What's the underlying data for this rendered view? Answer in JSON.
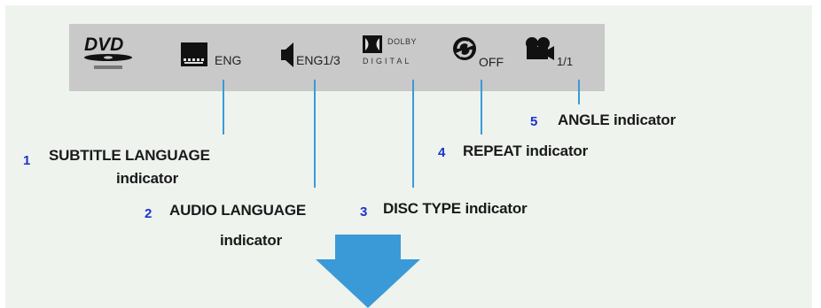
{
  "osd": {
    "subtitle_value": "ENG",
    "audio_value": "ENG1/3",
    "dolby_top": "DOLBY",
    "dolby_bottom": "DIGITAL",
    "repeat_value": "OFF",
    "angle_value": "1/1",
    "logo": "DVD"
  },
  "callouts": [
    {
      "num": "1",
      "line1": "SUBTITLE LANGUAGE",
      "line2": "indicator"
    },
    {
      "num": "2",
      "line1": "AUDIO LANGUAGE",
      "line2": "indicator"
    },
    {
      "num": "3",
      "line1": "DISC TYPE indicator"
    },
    {
      "num": "4",
      "line1": "REPEAT indicator"
    },
    {
      "num": "5",
      "line1": "ANGLE indicator"
    }
  ],
  "icons": [
    "dvd-logo-icon",
    "subtitle-icon",
    "speaker-icon",
    "dolby-icon",
    "repeat-icon",
    "camera-icon",
    "down-arrow-icon"
  ],
  "colors": {
    "bar": "#c9c9c9",
    "panel": "#eef3ee",
    "leader": "#3a9ad8",
    "number": "#1a33cc",
    "arrow": "#3a9ad8"
  }
}
